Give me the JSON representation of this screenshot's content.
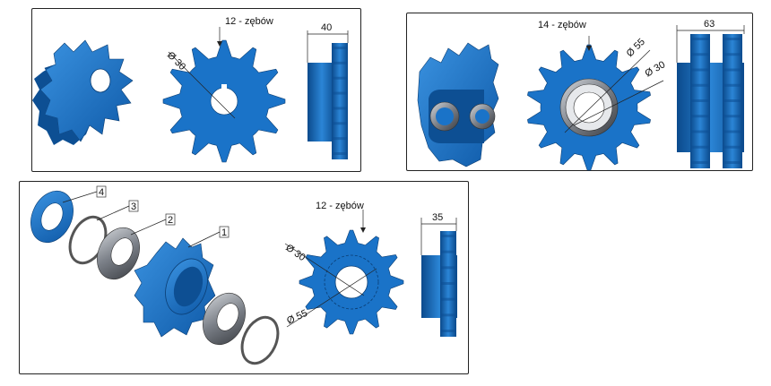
{
  "panel1": {
    "teeth_label": "12 - zębów",
    "bore_dia": "Ø 30",
    "width": "40"
  },
  "panel2": {
    "teeth_label": "14 - zębów",
    "outer_dia": "Ø 55",
    "bore_dia": "Ø 30",
    "width": "63"
  },
  "panel3": {
    "teeth_label": "12 - zębów",
    "bore_dia": "Ø 30",
    "outer_dia": "Ø 55",
    "width": "35",
    "callouts": [
      "4",
      "3",
      "2",
      "1"
    ]
  },
  "colors": {
    "sprocket_blue": "#1a73c8",
    "dark_blue": "#0d4f93",
    "steel": "#8a8f96"
  }
}
